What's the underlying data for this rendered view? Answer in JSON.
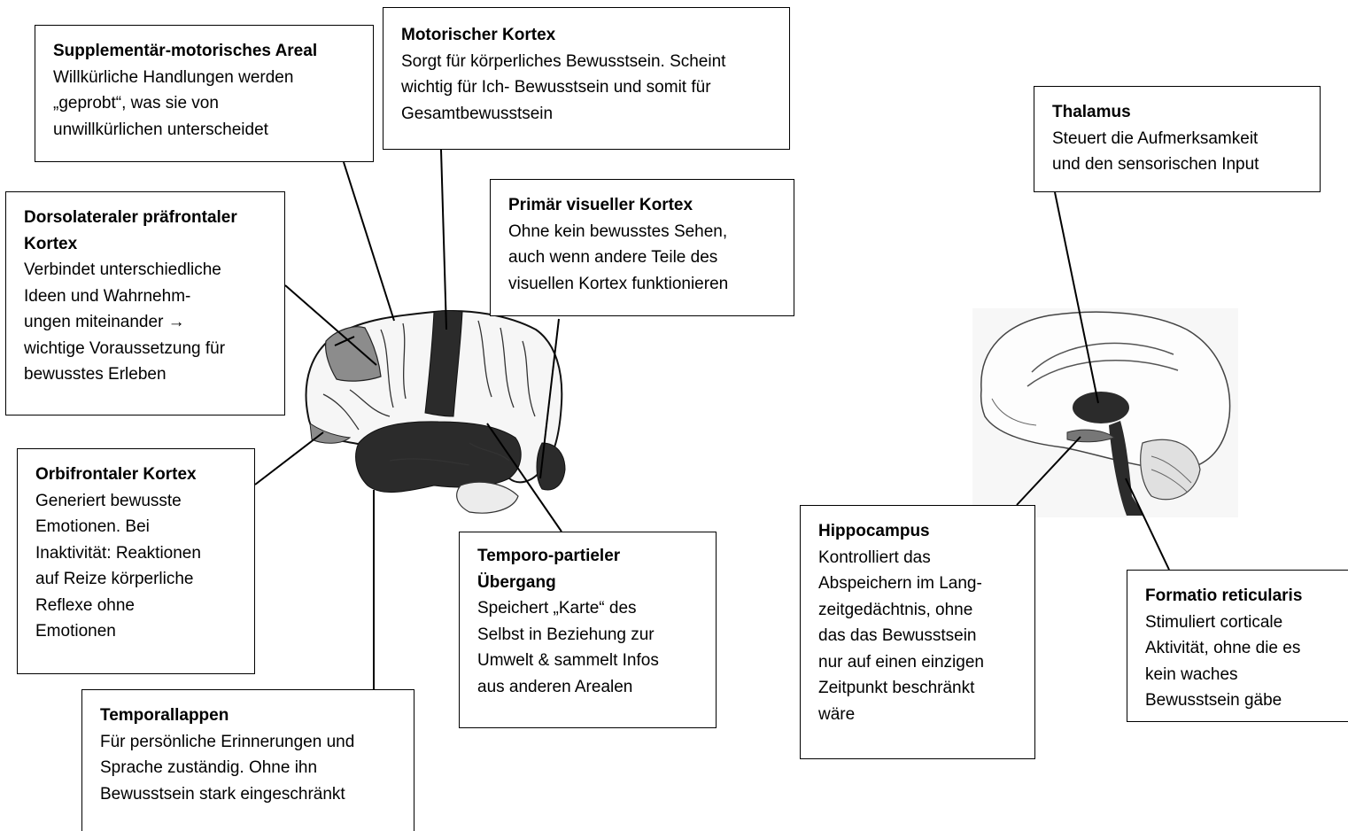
{
  "labels": {
    "supplementary_motor": {
      "title": "Supplementär-motorisches Areal",
      "text": "Willkürliche Handlungen werden\n„geprobt“, was sie von\nunwillkürlichen unterscheidet"
    },
    "motor_cortex": {
      "title": "Motorischer Kortex",
      "text": "Sorgt für körperliches Bewusstsein. Scheint\nwichtig für Ich- Bewusstsein und somit für\nGesamtbewusstsein"
    },
    "primary_visual": {
      "title": "Primär visueller Kortex",
      "text": "Ohne kein bewusstes Sehen,\nauch wenn andere Teile des\nvisuellen Kortex funktionieren"
    },
    "dorsolateral": {
      "title": "Dorsolateraler präfrontaler\nKortex",
      "text": "Verbindet unterschiedliche\nIdeen und Wahrnehm-\nungen miteinander →\nwichtige Voraussetzung für\nbewusstes Erleben"
    },
    "orbifrontal": {
      "title": "Orbifrontaler Kortex",
      "text": "Generiert bewusste\nEmotionen. Bei\nInaktivität: Reaktionen\nauf Reize körperliche\nReflexe ohne\nEmotionen"
    },
    "temporoparietal": {
      "title": "Temporo-partieler\nÜbergang",
      "text": "Speichert „Karte“ des\nSelbst in Beziehung zur\nUmwelt & sammelt Infos\naus anderen Arealen"
    },
    "temporal_lobe": {
      "title": "Temporallappen",
      "text": "Für persönliche Erinnerungen und\nSprache zuständig. Ohne ihn\nBewusstsein stark eingeschränkt"
    },
    "thalamus": {
      "title": "Thalamus",
      "text": "Steuert die Aufmerksamkeit\nund den sensorischen Input"
    },
    "hippocampus": {
      "title": "Hippocampus",
      "text": "Kontrolliert das\nAbspeichern im Lang-\nzeitgedächtnis, ohne\ndas das Bewusstsein\nnur auf einen einzigen\nZeitpunkt beschränkt\nwäre"
    },
    "formatio": {
      "title": "Formatio reticularis",
      "text": "Stimuliert corticale\nAktivität, ohne die es\nkein waches\nBewusstsein gäbe"
    }
  },
  "colors": {
    "highlight_dark": "#2b2b2b",
    "highlight_medium": "#8c8c8c",
    "outline": "#000000"
  }
}
